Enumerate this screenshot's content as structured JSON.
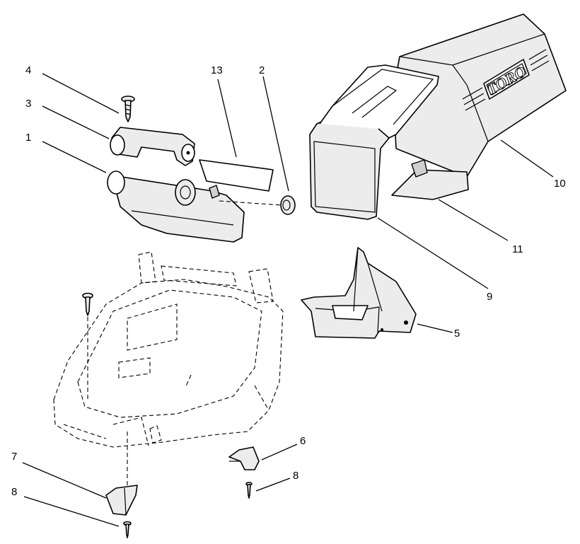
{
  "callouts": {
    "c1": "1",
    "c2": "2",
    "c3": "3",
    "c4": "4",
    "c5": "5",
    "c6": "6",
    "c7": "7",
    "c8a": "8",
    "c8b": "8",
    "c9": "9",
    "c10": "10",
    "c11": "11",
    "c13": "13"
  },
  "bag_logo": "TORO",
  "colors": {
    "line": "#000000",
    "shade": "#ececec",
    "background": "#ffffff"
  }
}
